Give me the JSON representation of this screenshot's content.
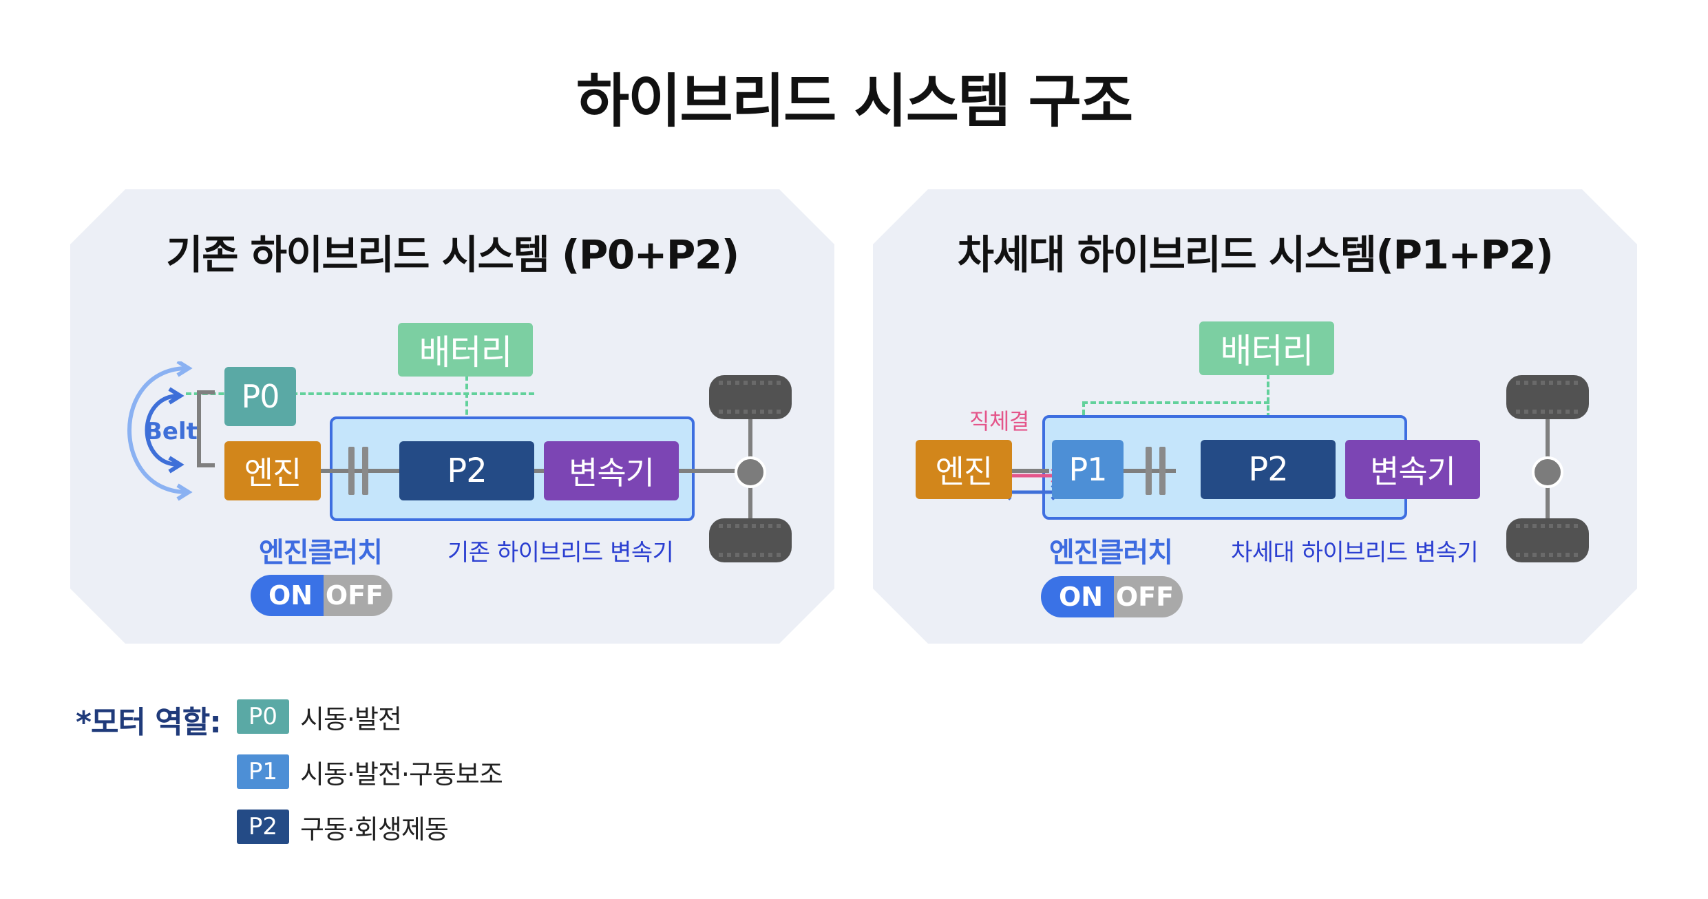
{
  "title": "하이브리드 시스템 구조",
  "colors": {
    "panel_bg": "#eceff6",
    "battery": "#7ccfa2",
    "p0": "#5aa9a5",
    "p1": "#4d8fd6",
    "engine": "#d2861b",
    "p2": "#244b86",
    "transmission": "#7c45b4",
    "transmission_box": "#c5e5fb",
    "accent_blue": "#3d6ee0",
    "dashed_line": "#62d19b",
    "direct_link": "#e4558a"
  },
  "left_panel": {
    "title": "기존 하이브리드 시스템 (P0+P2)",
    "battery": "배터리",
    "p0": "P0",
    "belt": "Belt",
    "engine": "엔진",
    "p2": "P2",
    "transmission": "변속기",
    "engine_clutch": "엔진클러치",
    "transmission_label": "기존 하이브리드 변속기",
    "toggle": {
      "on": "ON",
      "off": "OFF"
    }
  },
  "right_panel": {
    "title": "차세대 하이브리드 시스템(P1+P2)",
    "battery": "배터리",
    "direct_link": "직체결",
    "engine": "엔진",
    "p1": "P1",
    "p2": "P2",
    "transmission": "변속기",
    "engine_clutch": "엔진클러치",
    "transmission_label": "차세대 하이브리드 변속기",
    "toggle": {
      "on": "ON",
      "off": "OFF"
    }
  },
  "legend": {
    "heading": "*모터 역할:",
    "items": [
      {
        "chip": "P0",
        "text": "시동·발전"
      },
      {
        "chip": "P1",
        "text": "시동·발전·구동보조"
      },
      {
        "chip": "P2",
        "text": "구동·회생제동"
      }
    ]
  }
}
